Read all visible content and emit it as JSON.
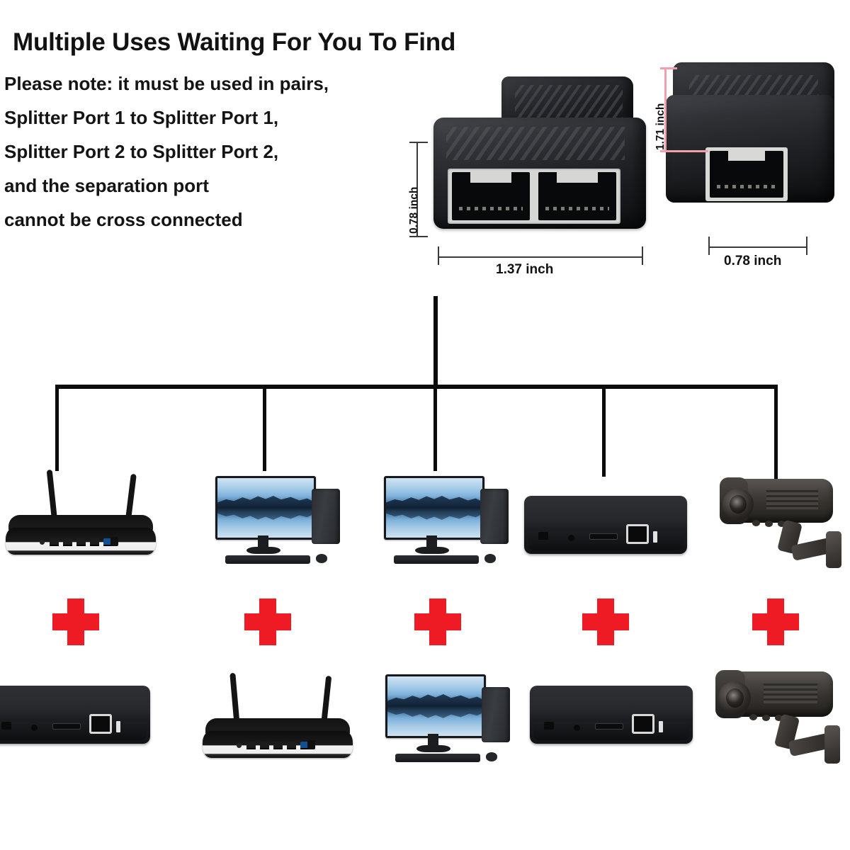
{
  "header": {
    "title": "Multiple Uses Waiting For You To Find"
  },
  "note": {
    "lines": [
      "Please note: it must be used in pairs,",
      "Splitter Port 1 to Splitter Port 1,",
      "Splitter Port 2 to Splitter Port 2,",
      "and the separation port",
      "cannot be cross connected"
    ]
  },
  "product": {
    "front_view": {
      "name": "rj45-splitter-dual-port",
      "dimensions": {
        "height": "0.78 inch",
        "width": "1.37 inch"
      }
    },
    "side_view": {
      "name": "rj45-splitter-single-port",
      "dimensions": {
        "height": "1.71 inch",
        "width": "0.78 inch"
      }
    }
  },
  "colors": {
    "plus_red": "#ee1b24",
    "dimension_line": "#3a3a3a",
    "dimension_line_red": "#f0a0ad",
    "wire": "#0b0b0b",
    "background": "#ffffff"
  },
  "diagram": {
    "top_row": [
      {
        "device": "wireless-router"
      },
      {
        "device": "desktop-computer"
      },
      {
        "device": "desktop-computer"
      },
      {
        "device": "set-top-box"
      },
      {
        "device": "security-camera"
      }
    ],
    "operators": [
      {
        "symbol": "+"
      },
      {
        "symbol": "+"
      },
      {
        "symbol": "+"
      },
      {
        "symbol": "+"
      },
      {
        "symbol": "+"
      }
    ],
    "bottom_row": [
      {
        "device": "set-top-box"
      },
      {
        "device": "wireless-router"
      },
      {
        "device": "desktop-computer"
      },
      {
        "device": "set-top-box"
      },
      {
        "device": "security-camera"
      }
    ]
  }
}
